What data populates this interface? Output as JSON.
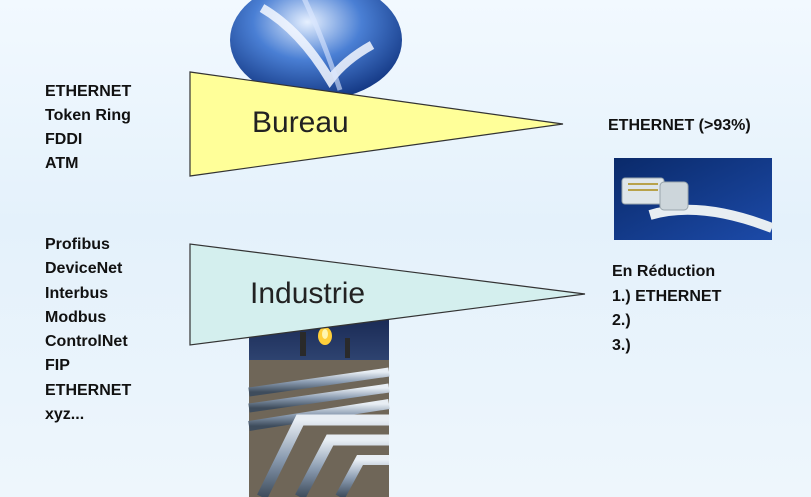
{
  "office": {
    "label": "Bureau",
    "networks": [
      "ETHERNET",
      "Token Ring",
      "FDDI",
      "ATM"
    ],
    "outcome": "ETHERNET (>93%)"
  },
  "industry": {
    "label": "Industrie",
    "networks": [
      "Profibus",
      "DeviceNet",
      "Interbus",
      "Modbus",
      "ControlNet",
      "FIP",
      "ETHERNET",
      "xyz..."
    ],
    "outcome_title": "En Réduction",
    "outcome_items": [
      "1.) ETHERNET",
      "2.)",
      "3.)"
    ]
  },
  "colors": {
    "office_wedge": "#ffff99",
    "industry_wedge": "#d4efee",
    "background": "#e8f3fb"
  }
}
